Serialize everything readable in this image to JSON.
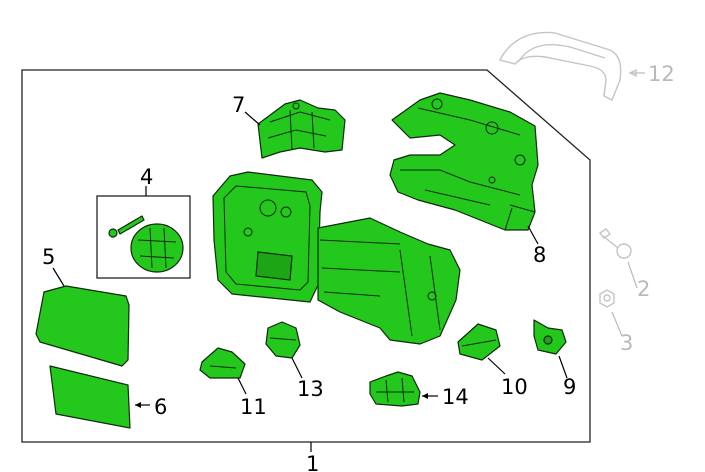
{
  "diagram": {
    "callouts": {
      "c1": "1",
      "c2": "2",
      "c3": "3",
      "c4": "4",
      "c5": "5",
      "c6": "6",
      "c7": "7",
      "c8": "8",
      "c9": "9",
      "c10": "10",
      "c11": "11",
      "c12": "12",
      "c13": "13",
      "c14": "14"
    },
    "colors": {
      "part_fill": "#24c81c",
      "part_outline": "#0d2a0a",
      "ghost_part": "#c4c4c4",
      "frame": "#222222"
    }
  }
}
